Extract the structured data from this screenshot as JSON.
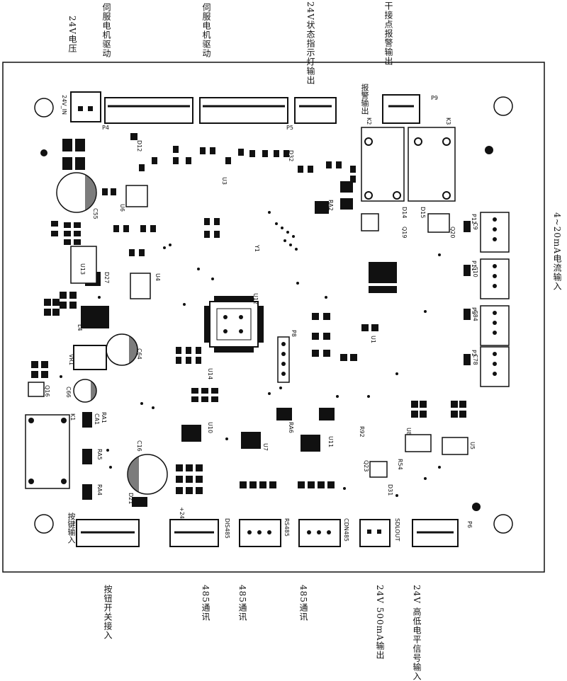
{
  "labels": {
    "top_24v_voltage": "24V电压",
    "top_servo_drive_1": "伺服电机驱动",
    "top_servo_drive_2": "伺服电机驱动",
    "top_24v_status": "24V状态指示灯输出",
    "top_dry_contact": "干接点报警输出",
    "right_4_20ma": "4~20mA电流输入",
    "bottom_button_switch": "按钮开关接入",
    "bottom_485_a": "485通讯",
    "bottom_485_b": "485通讯",
    "bottom_485_c": "485通讯",
    "bottom_24v_500ma": "24V 500mA输出",
    "bottom_24v_level": "24V 高低电平信号输入"
  },
  "connectors": {
    "j24v_in": "24V_IN",
    "p4": "P4",
    "p5": "P5",
    "alarm_out": "报警输出",
    "p9": "P9",
    "p12": "P12",
    "p11": "P11",
    "p3": "P3",
    "p2": "P2",
    "p6": "P6",
    "key_input": "按键输入",
    "plus24": "+24",
    "dis485": "DIS485",
    "rs485": "RS485",
    "cdn485": "CDN485",
    "sdlout": "SDLOUT",
    "p8": "P8",
    "k1": "K1",
    "k2": "K2",
    "k3": "K3"
  },
  "refdes": {
    "u12": "U12",
    "u1": "U1",
    "u3": "U3",
    "u4": "U4",
    "u5": "U5",
    "u6": "U6",
    "u7": "U7",
    "u8": "U8",
    "u10": "U10",
    "u11": "U11",
    "u13": "U13",
    "u14": "U14",
    "c55": "C55",
    "c64": "C64",
    "c66": "C66",
    "c16": "C16",
    "vr1": "VR1",
    "d21": "D21",
    "d27": "D27",
    "l4": "L4",
    "q16": "Q16",
    "q23": "Q23",
    "d31": "D31",
    "r54": "R54",
    "r92": "R92",
    "ra1": "RA1",
    "ra2": "RA2",
    "ra4": "RA4",
    "ra5": "RA5",
    "ca1": "CA1",
    "ra6": "RA6",
    "c9": "C9",
    "c10": "C10",
    "c84": "C84",
    "c78": "C78",
    "y1": "Y1",
    "d12": "D12",
    "d32": "D32",
    "d14": "D14",
    "d15": "D15",
    "q19": "Q19",
    "q20": "Q20"
  }
}
